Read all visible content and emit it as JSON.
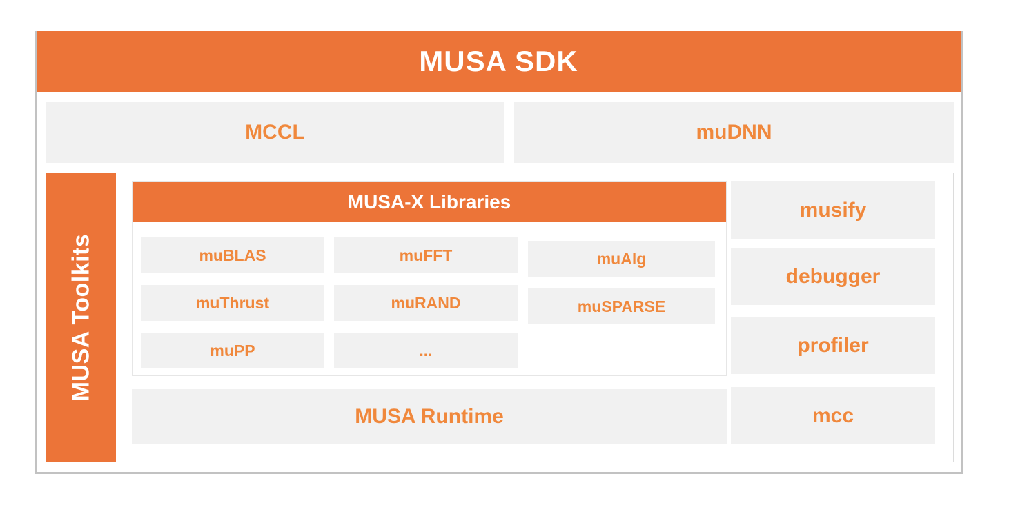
{
  "diagram": {
    "title": "MUSA SDK",
    "colors": {
      "orange_fill": "#ec7438",
      "orange_text": "#f0883c",
      "box_gray": "#f1f1f1",
      "frame_gray": "#c2c2c2",
      "white": "#ffffff"
    },
    "sdk_banner": {
      "label": "MUSA SDK"
    },
    "middle_row": [
      {
        "label": "MCCL"
      },
      {
        "label": "muDNN"
      }
    ],
    "toolkits": {
      "sidebar_label": "MUSA Toolkits",
      "libraries": {
        "header": "MUSA-X Libraries",
        "columns": [
          {
            "items": [
              "muBLAS",
              "muThrust",
              "muPP"
            ]
          },
          {
            "items": [
              "muFFT",
              "muRAND",
              "..."
            ]
          },
          {
            "items": [
              "muAlg",
              "muSPARSE"
            ]
          }
        ]
      },
      "runtime": {
        "label": "MUSA Runtime"
      },
      "tools": [
        {
          "label": "musify"
        },
        {
          "label": "debugger"
        },
        {
          "label": "profiler"
        },
        {
          "label": "mcc"
        }
      ]
    }
  }
}
